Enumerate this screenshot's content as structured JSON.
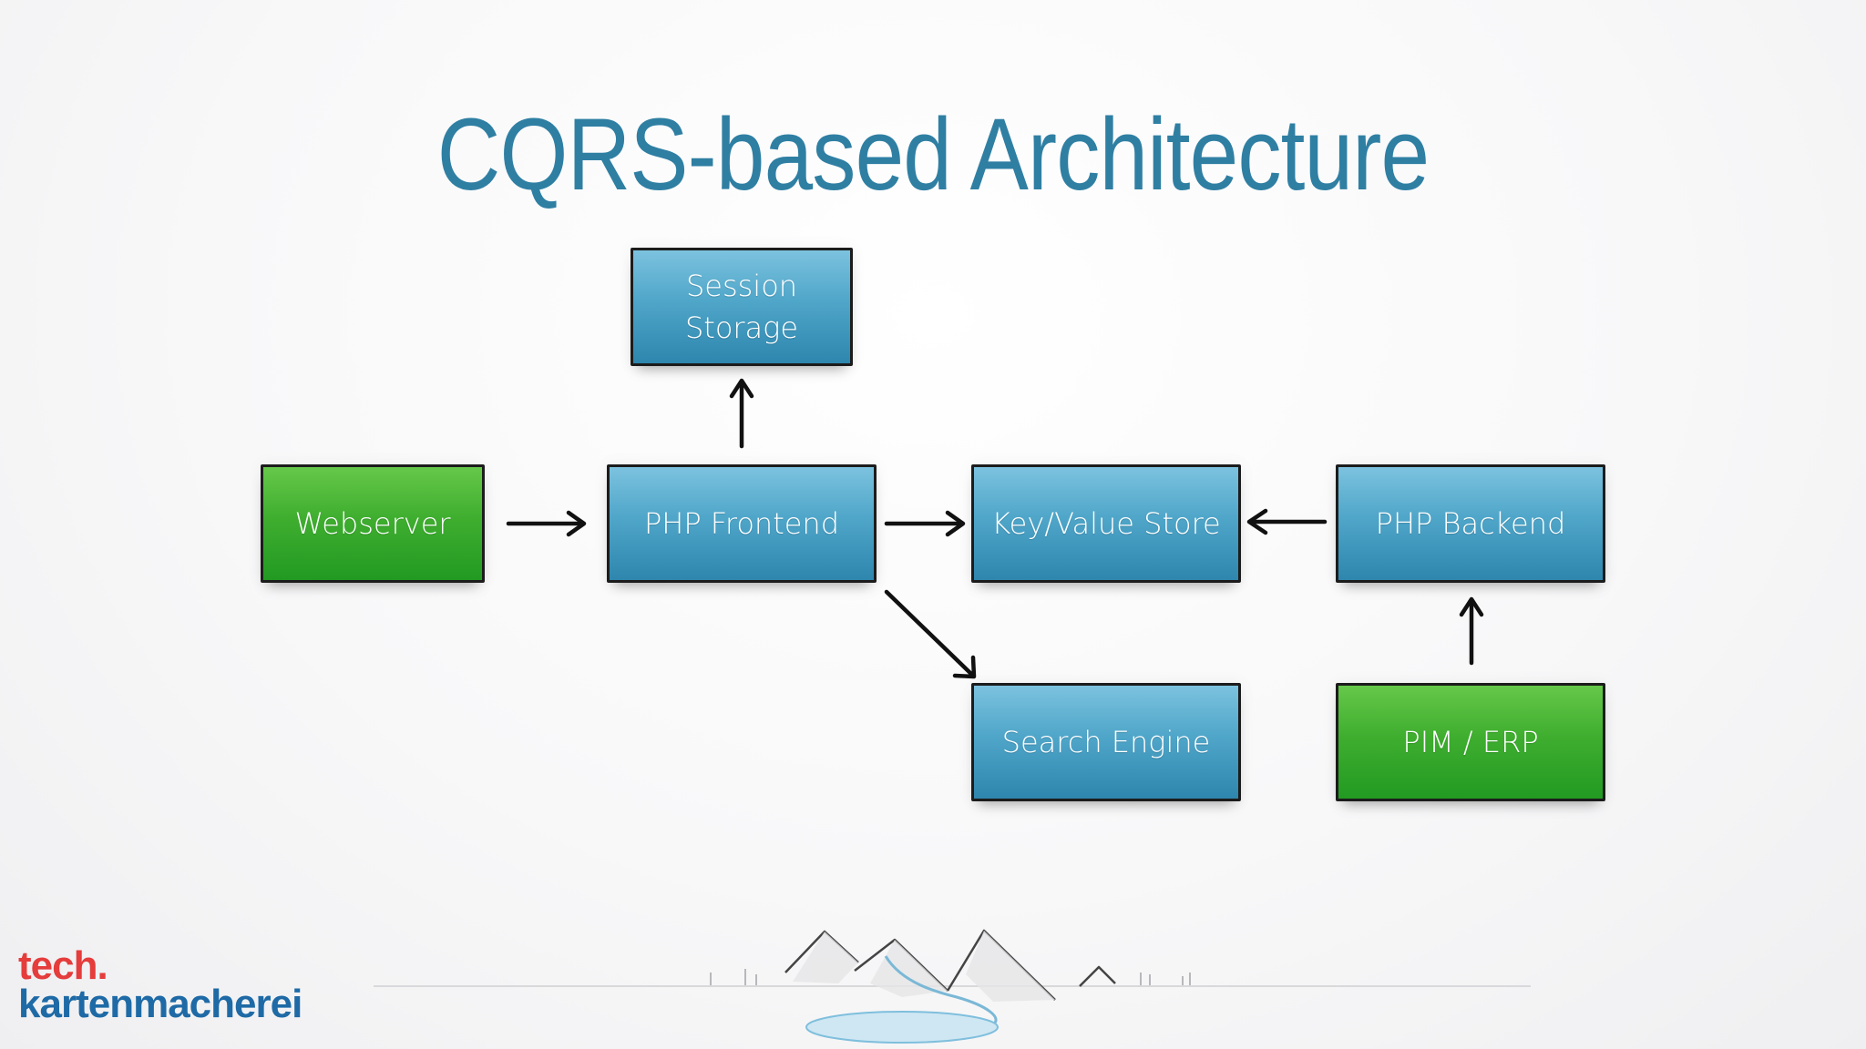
{
  "slide": {
    "title": "CQRS-based Architecture"
  },
  "diagram": {
    "nodes": {
      "session_storage": {
        "label": "Session\nStorage",
        "color": "#3b97bf"
      },
      "webserver": {
        "label": "Webserver",
        "color": "#38a82f"
      },
      "php_frontend": {
        "label": "PHP Frontend",
        "color": "#3b97bf"
      },
      "key_value_store": {
        "label": "Key/Value Store",
        "color": "#3b97bf"
      },
      "php_backend": {
        "label": "PHP Backend",
        "color": "#3b97bf"
      },
      "search_engine": {
        "label": "Search Engine",
        "color": "#3b97bf"
      },
      "pim_erp": {
        "label": "PIM / ERP",
        "color": "#38a82f"
      }
    },
    "edges": [
      {
        "from": "webserver",
        "to": "php_frontend"
      },
      {
        "from": "php_frontend",
        "to": "session_storage"
      },
      {
        "from": "php_frontend",
        "to": "key_value_store"
      },
      {
        "from": "php_backend",
        "to": "key_value_store"
      },
      {
        "from": "php_frontend",
        "to": "search_engine"
      },
      {
        "from": "pim_erp",
        "to": "php_backend"
      }
    ]
  },
  "logo": {
    "line1": "tech.",
    "line2": "kartenmacherei",
    "colors": {
      "line1": "#e53c3c",
      "line2": "#1e6aa6"
    }
  },
  "decoration": {
    "icon": "mountains-lake-icon"
  }
}
